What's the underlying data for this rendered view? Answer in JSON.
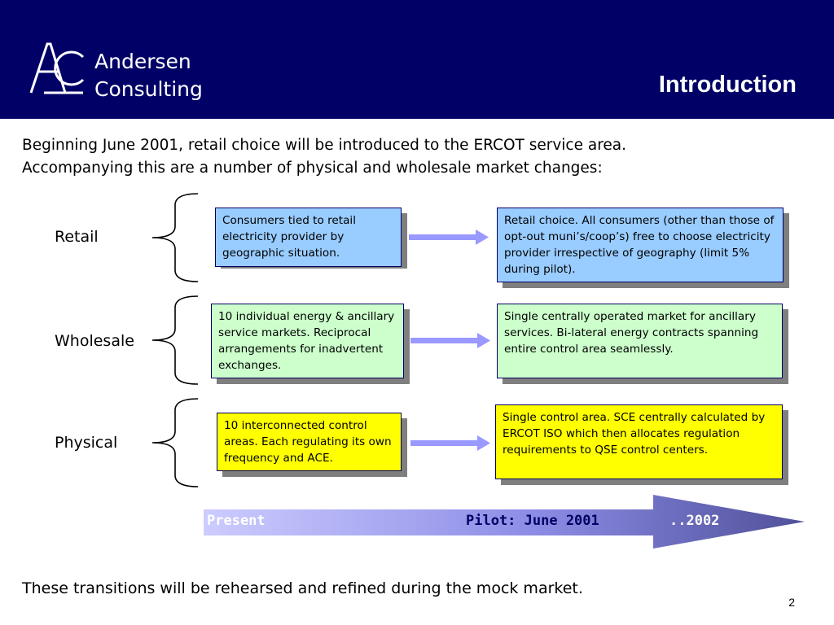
{
  "header": {
    "logo_mark": "AC",
    "logo_line1": "Andersen",
    "logo_line2": "Consulting",
    "title": "Introduction",
    "colors": {
      "header_bg": "#000066",
      "title": "#ffffff"
    }
  },
  "intro": {
    "line1": "Beginning June 2001, retail choice will be introduced to the ERCOT service area.",
    "line2": "Accompanying this are a  number of physical and wholesale market changes:"
  },
  "rows": [
    {
      "label": "Retail",
      "present": "Consumers tied to retail electricity provider by geographic situation.",
      "future": "Retail choice. All consumers (other than those of opt-out muni’s/coop’s) free to choose electricity provider irrespective of geography (limit 5% during pilot).",
      "color": "#99ccff"
    },
    {
      "label": "Wholesale",
      "present": "10 individual energy & ancillary service markets. Reciprocal arrangements for inadvertent exchanges.",
      "future": "Single centrally operated market for ancillary services. Bi-lateral energy contracts spanning entire control area seamlessly.",
      "color": "#ccffcc"
    },
    {
      "label": "Physical",
      "present": "10 interconnected control areas. Each regulating its own frequency and ACE.",
      "future": "Single control area. SCE centrally calculated by ERCOT ISO which then allocates regulation requirements to QSE control centers.",
      "color": "#ffff00"
    }
  ],
  "timeline": {
    "present": "Present",
    "pilot": "Pilot: June 2001",
    "future": "..2002"
  },
  "footer": {
    "text": "These transitions will be rehearsed and refined during the mock market.",
    "page_number": "2"
  },
  "icons": {
    "logo": "ac-monogram-icon",
    "brace": "left-brace-icon",
    "transition": "right-arrow-icon",
    "timeline": "timeline-arrow-icon"
  }
}
